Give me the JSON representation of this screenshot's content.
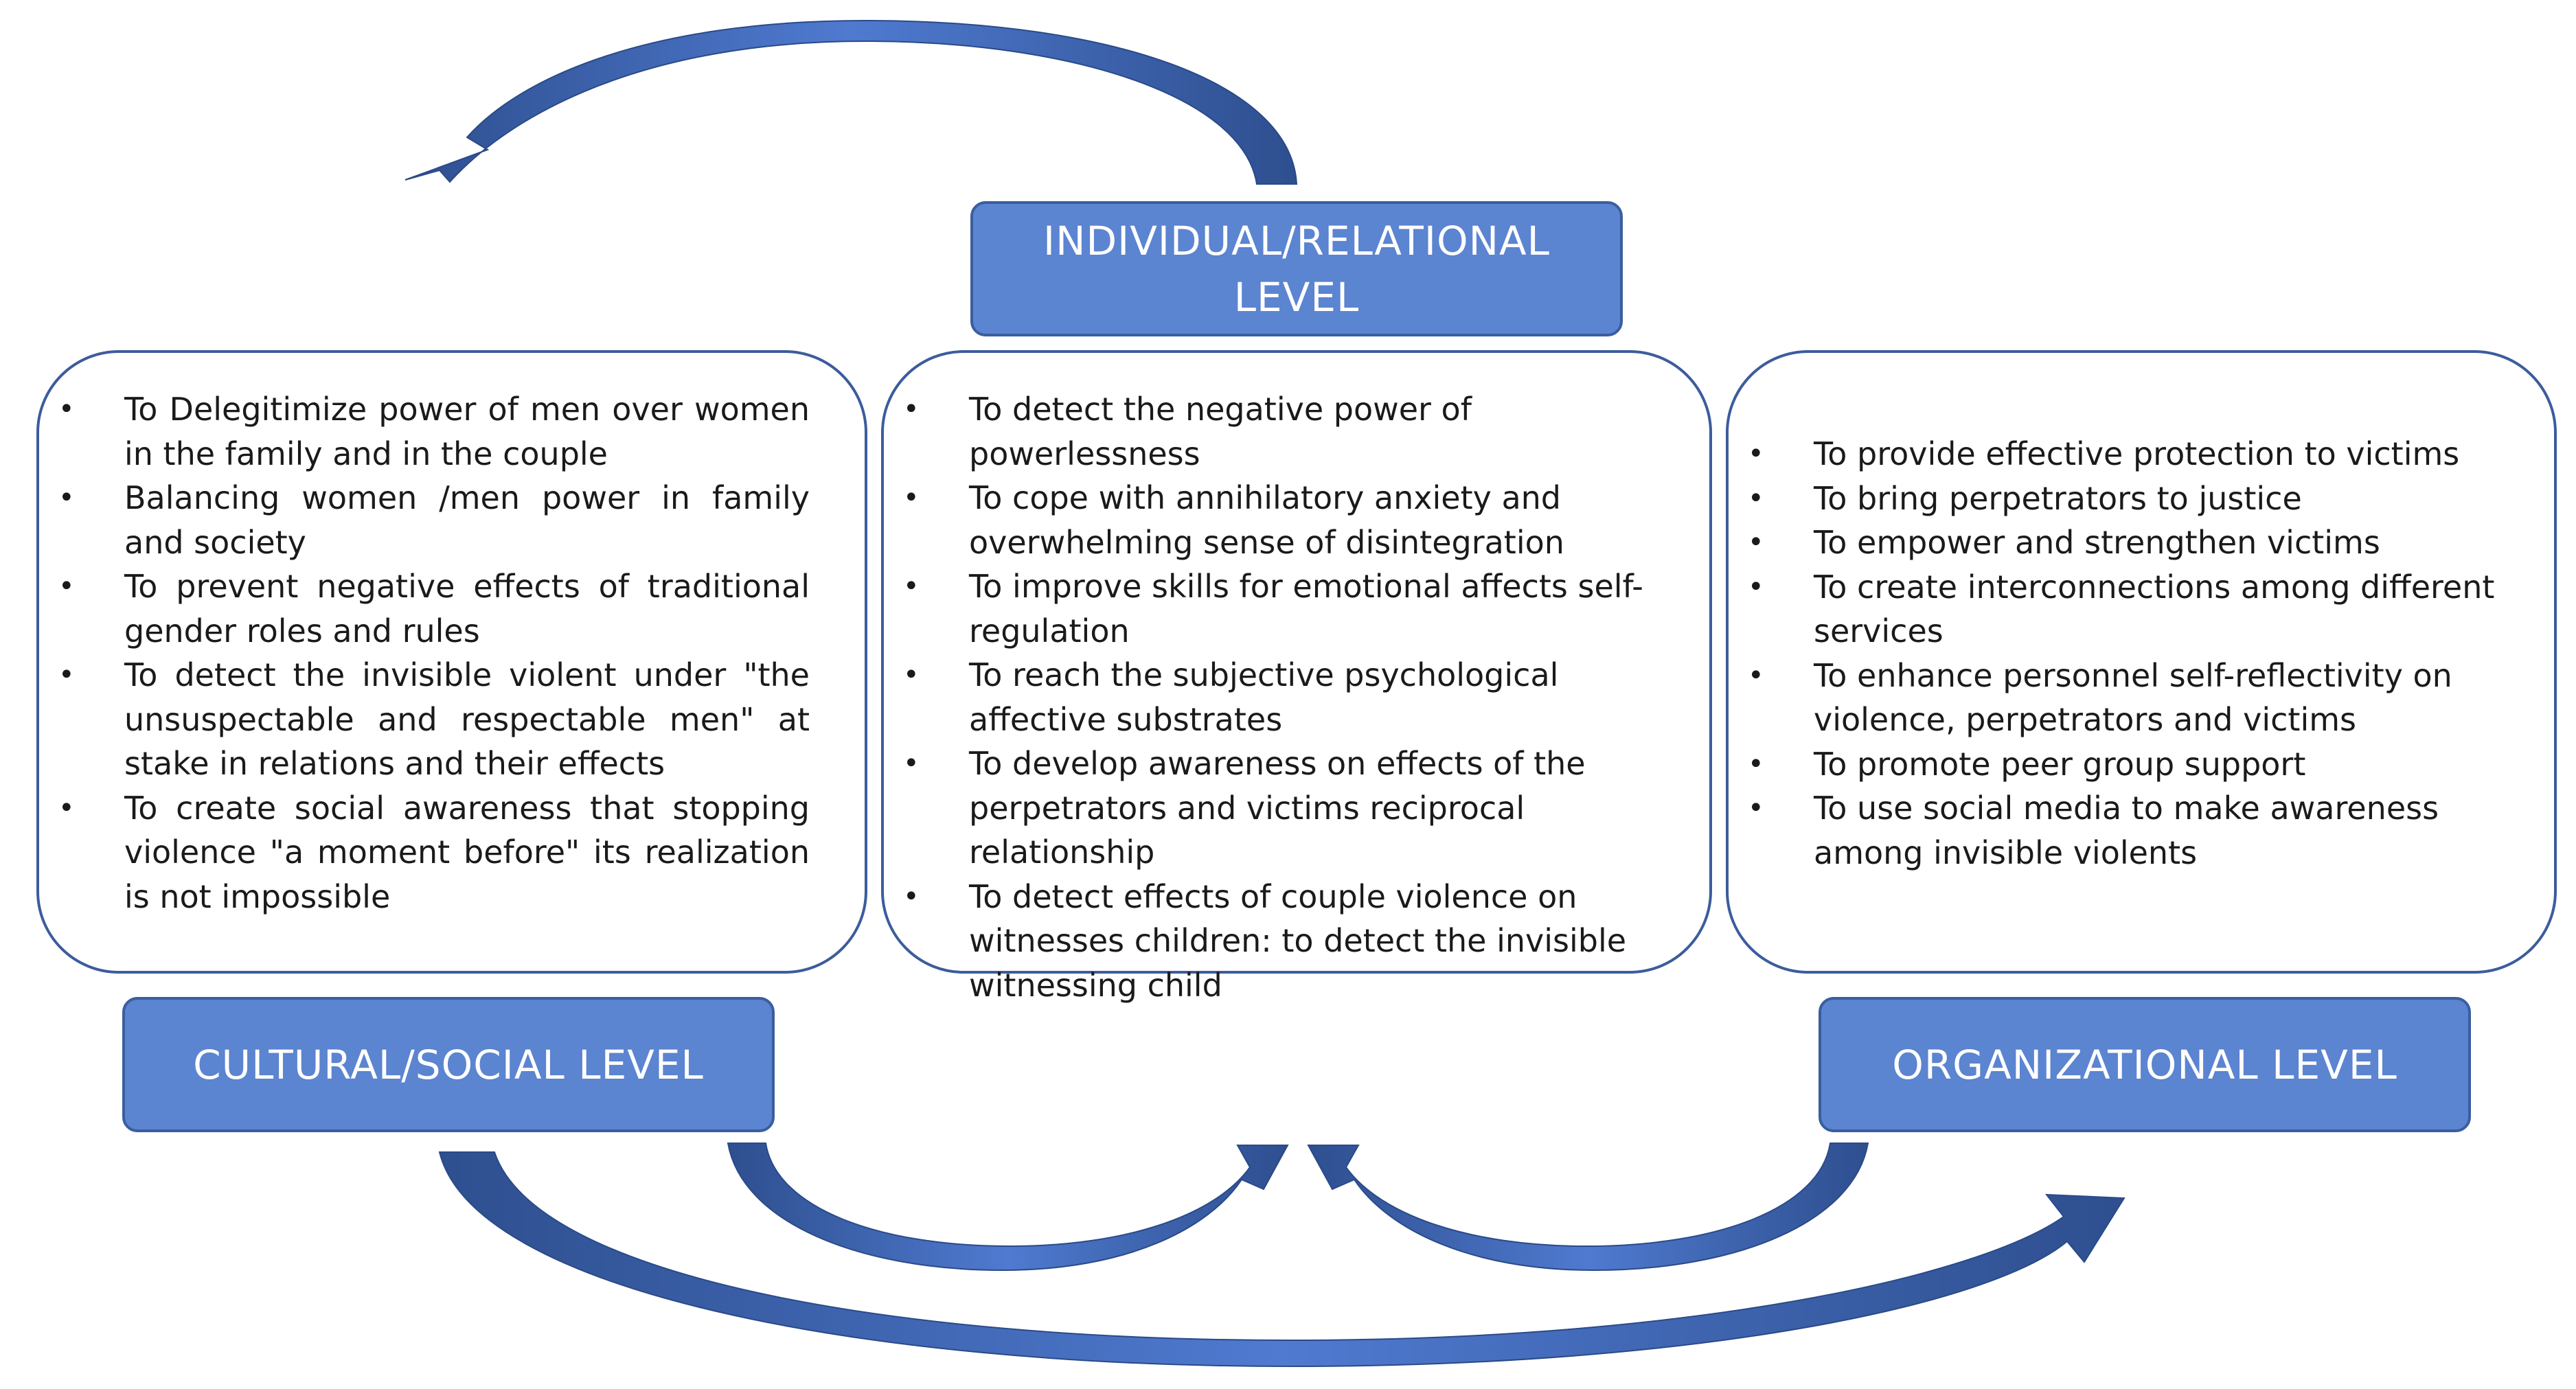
{
  "levels": {
    "individual": {
      "label": "INDIVIDUAL/RELATIONAL LEVEL"
    },
    "cultural": {
      "label": "CULTURAL/SOCIAL LEVEL"
    },
    "organizational": {
      "label": "ORGANIZATIONAL LEVEL"
    }
  },
  "panels": {
    "cultural": {
      "items": [
        "To Delegitimize power of men over women in the family and in the couple",
        "Balancing women /men power in family and society",
        "To prevent negative effects of traditional gender roles and rules",
        "To detect the invisible violent under \"the unsuspectable and respectable men\" at stake in relations and their effects",
        "To create social awareness that stopping violence \"a moment before\" its realization is not impossible"
      ]
    },
    "individual": {
      "items": [
        "To detect the negative power of powerlessness",
        "To cope with annihilatory anxiety and overwhelming sense of disintegration",
        "To improve skills for emotional affects self-regulation",
        "To reach the subjective psychological affective substrates",
        "To develop awareness on effects of the perpetrators and victims reciprocal relationship",
        "To detect effects of couple violence on witnesses children: to detect the invisible witnessing child"
      ]
    },
    "organizational": {
      "items": [
        "To provide effective protection to victims",
        "To bring perpetrators to justice",
        "To empower and strengthen victims",
        "To create interconnections among different services",
        "To enhance personnel self-reflectivity on violence, perpetrators and victims",
        "To promote peer group support",
        "To use social media to make awareness among invisible violents"
      ]
    }
  },
  "bullet_glyph": "•",
  "colors": {
    "level_fill": "#5b84d1",
    "level_border": "#3a5e9f",
    "panel_border": "#3c5c9c",
    "arrow_dark": "#2e4f8f",
    "arrow_light": "#4f7ad0"
  }
}
